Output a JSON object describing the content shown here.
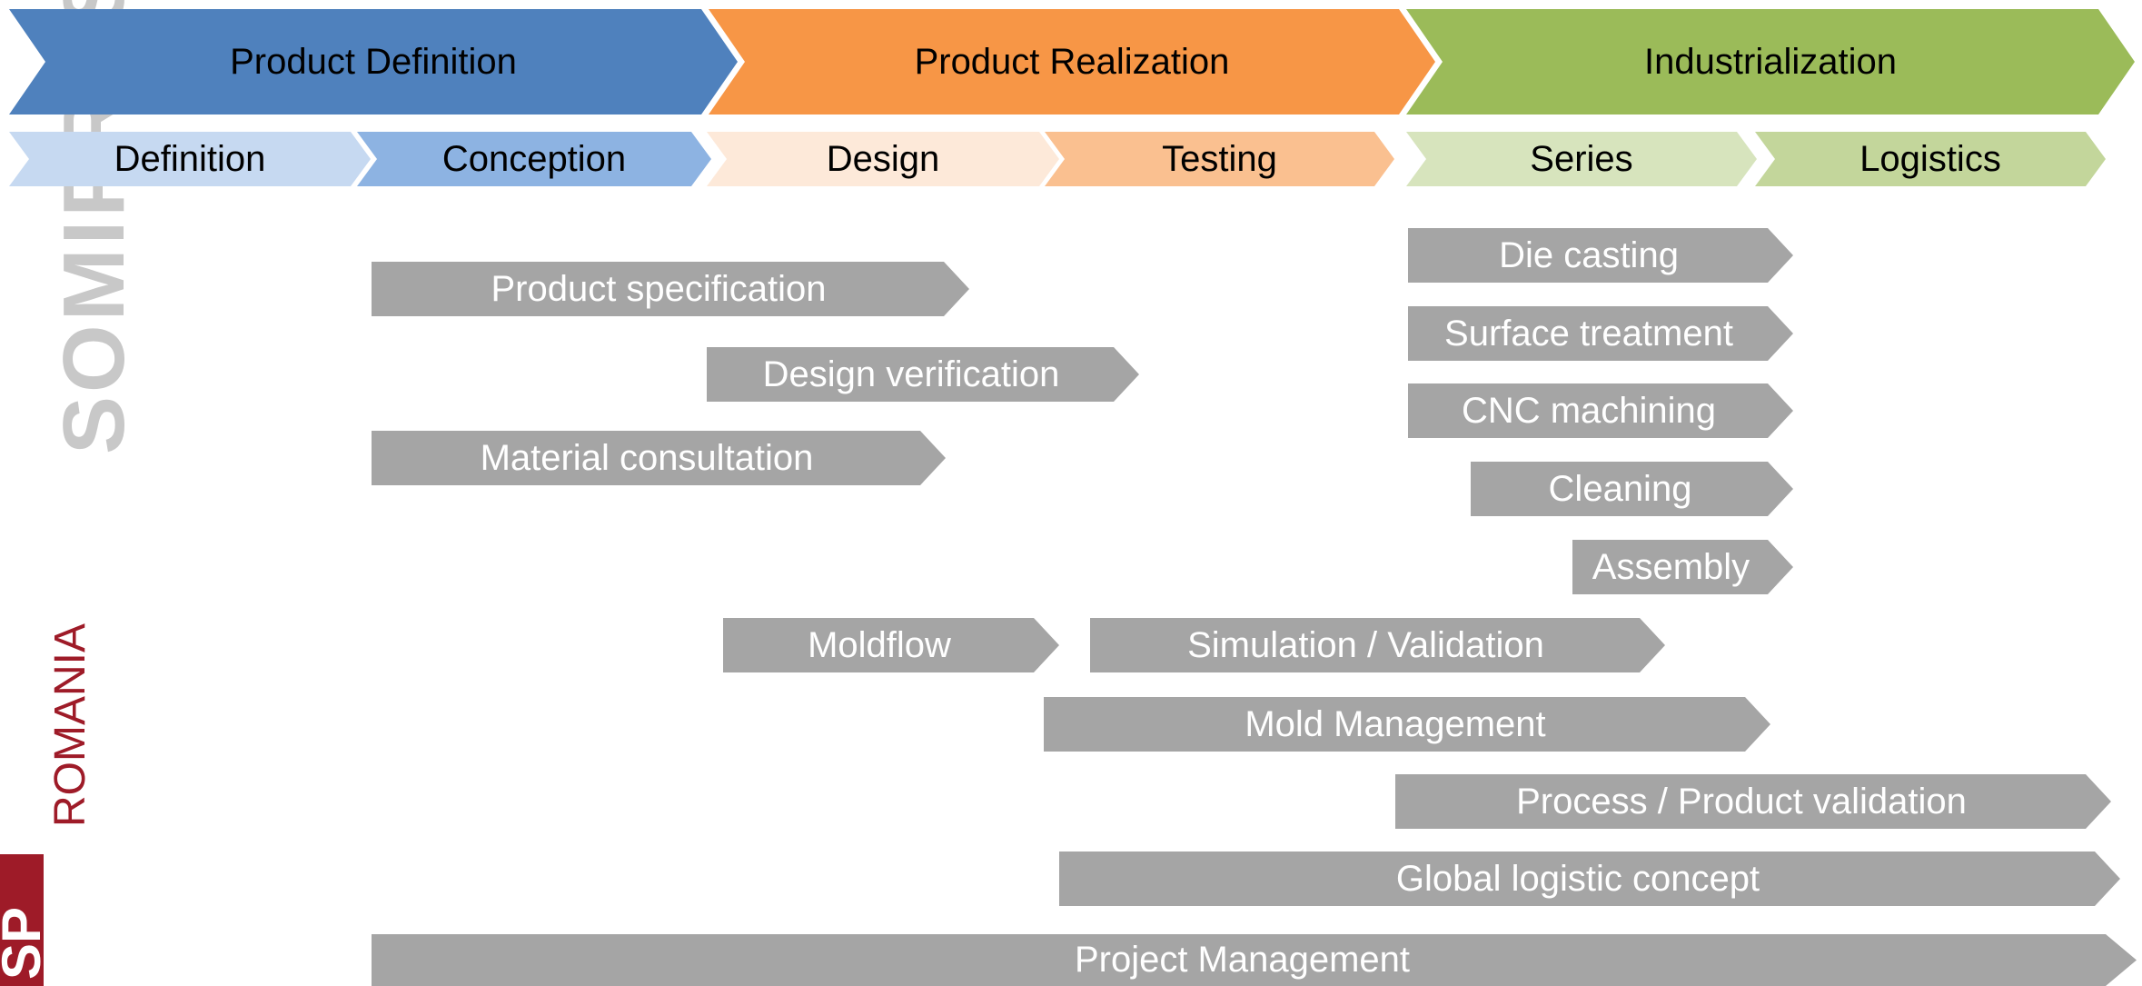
{
  "colors": {
    "phase_definition": "#4f81bd",
    "phase_realization": "#f79646",
    "phase_industrialization": "#9bbb59",
    "sub_definition": "#c6d9f1",
    "sub_conception": "#8db3e2",
    "sub_design": "#fde9d9",
    "sub_testing": "#fac090",
    "sub_series": "#d7e4bd",
    "sub_logistics": "#c3d69b",
    "activity": "#a5a5a5",
    "logo_red": "#9e1b28",
    "logo_grey": "#c8c8c8"
  },
  "phases": [
    {
      "label": "Product Definition"
    },
    {
      "label": "Product Realization"
    },
    {
      "label": "Industrialization"
    }
  ],
  "subphases": [
    {
      "label": "Definition"
    },
    {
      "label": "Conception"
    },
    {
      "label": "Design"
    },
    {
      "label": "Testing"
    },
    {
      "label": "Series"
    },
    {
      "label": "Logistics"
    }
  ],
  "activities": [
    {
      "label": "Product specification"
    },
    {
      "label": "Design verification"
    },
    {
      "label": "Material consultation"
    },
    {
      "label": "Die casting"
    },
    {
      "label": "Surface treatment"
    },
    {
      "label": "CNC machining"
    },
    {
      "label": "Cleaning"
    },
    {
      "label": "Assembly"
    },
    {
      "label": "Moldflow"
    },
    {
      "label": "Simulation / Validation"
    },
    {
      "label": "Mold Management"
    },
    {
      "label": "Process / Product validation"
    },
    {
      "label": "Global logistic concept"
    },
    {
      "label": "Project Management"
    }
  ],
  "logo": {
    "brand": "SOMIPRESS",
    "mark": "SP",
    "region": "ROMANIA"
  }
}
